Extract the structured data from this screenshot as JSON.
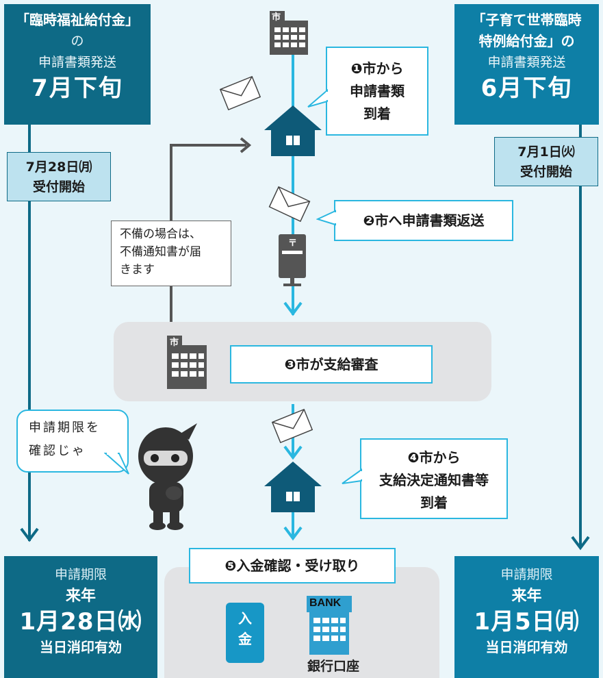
{
  "left_header": {
    "line1": "「臨時福祉給付金」",
    "line2": "の",
    "line3": "申請書類発送",
    "line4": "7月下旬"
  },
  "right_header": {
    "line1": "「子育て世帯臨時",
    "line2": "特例給付金」の",
    "line3": "申請書類発送",
    "line4": "6月下旬"
  },
  "left_reception": {
    "line1": "7月28日㈪",
    "line2": "受付開始"
  },
  "right_reception": {
    "line1": "7月1日㈫",
    "line2": "受付開始"
  },
  "steps": {
    "step1": {
      "line1": "❶市から",
      "line2": "申請書類",
      "line3": "到着"
    },
    "step2": {
      "text": "❷市へ申請書類返送"
    },
    "step3": {
      "text": "❸市が支給審査"
    },
    "step4": {
      "line1": "❹市から",
      "line2": "支給決定通知書等",
      "line3": "到着"
    },
    "step5": {
      "text": "❺入金確認・受け取り"
    }
  },
  "notice": {
    "line1": "不備の場合は、",
    "line2": "不備通知書が届",
    "line3": "きます"
  },
  "ninja_bubble": {
    "line1": "申請期限を",
    "line2": "確認じゃ"
  },
  "city_label": "市",
  "postbox_label": "〒",
  "nyukin": {
    "line1": "入",
    "line2": "金"
  },
  "bank": {
    "sign": "BANK",
    "label": "銀行口座"
  },
  "left_deadline": {
    "label": "申請期限",
    "year": "来年",
    "date": "1月28日㈬",
    "note": "当日消印有効"
  },
  "right_deadline": {
    "label": "申請期限",
    "year": "来年",
    "date": "1月5日㈪",
    "note": "当日消印有効"
  },
  "colors": {
    "background": "#ebf6fa",
    "dark_teal": "#0e6a86",
    "mid_teal": "#0e7fa6",
    "light_blue_line": "#2ab7e0",
    "grey_panel": "#e2e3e5",
    "house": "#0e5a78"
  }
}
